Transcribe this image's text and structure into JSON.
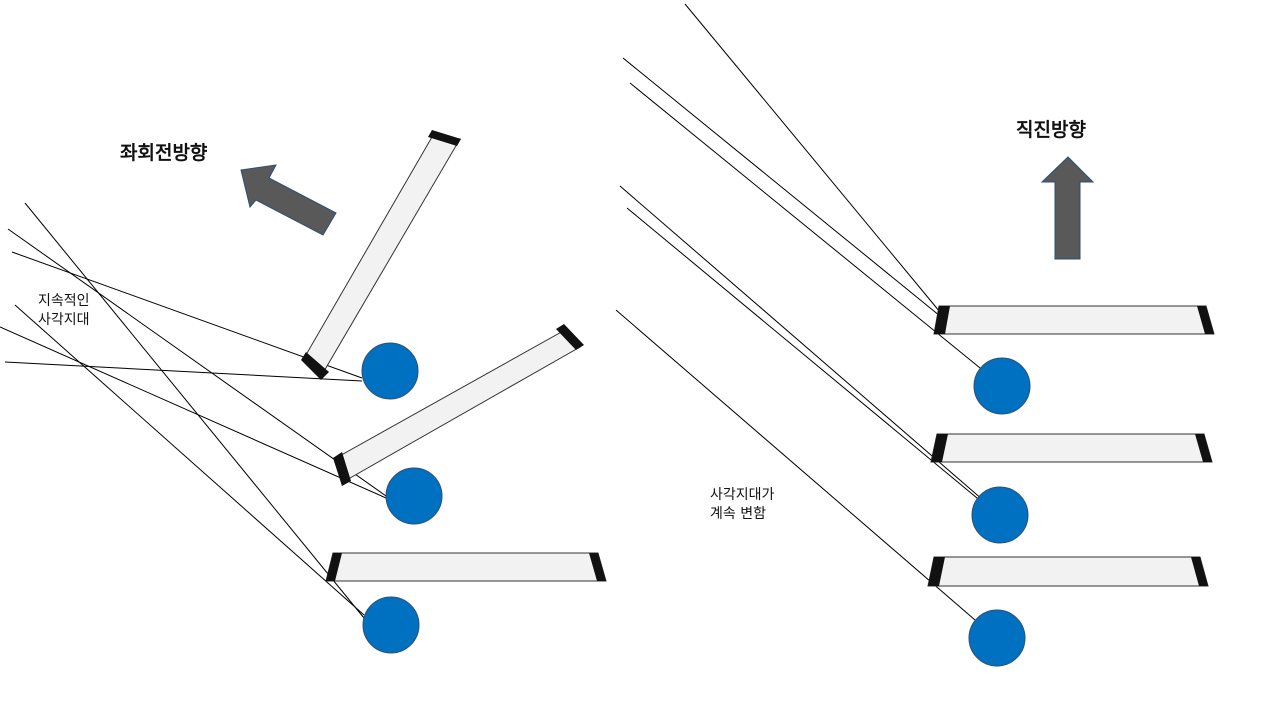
{
  "left_panel": {
    "title": "좌회전방향",
    "note_line1": "지속적인",
    "note_line2": "사각지대"
  },
  "right_panel": {
    "title": "직진방향",
    "note_line1": "사각지대가",
    "note_line2": "계속 변함"
  },
  "colors": {
    "eye_fill": "#0070c0",
    "eye_stroke": "#2f4f75",
    "arrow_fill": "#595959",
    "arrow_stroke": "#2f4f75",
    "body_fill": "#f2f2f2",
    "pillar_fill": "#111111",
    "line": "#000000"
  }
}
